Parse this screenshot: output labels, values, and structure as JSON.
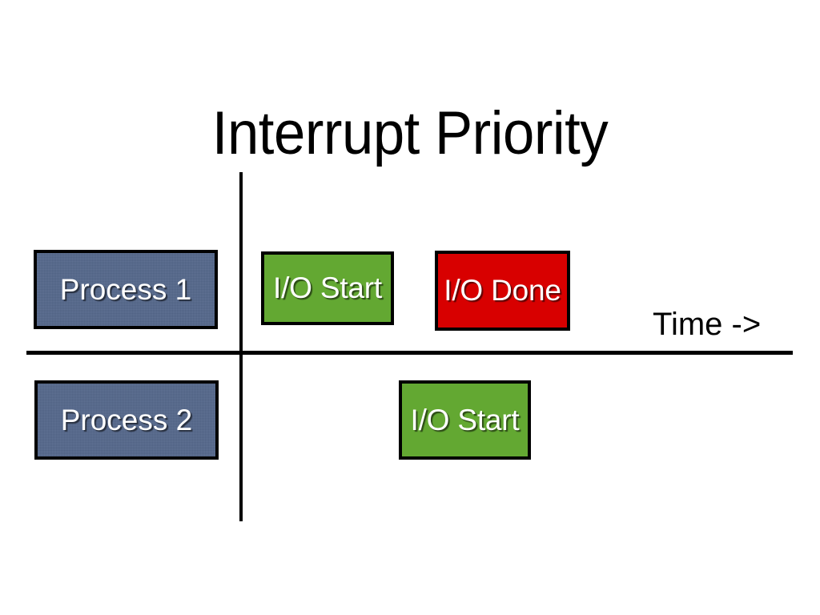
{
  "slide": {
    "title": "Interrupt Priority",
    "background_color": "#ffffff"
  },
  "palette": {
    "process_fill": "#55688c",
    "io_start_fill": "#63a832",
    "io_done_fill": "#d80000",
    "border_color": "#000000",
    "label_color": "#ffffff",
    "axis_color": "#000000",
    "text_color": "#000000"
  },
  "axes": {
    "vertical_line": "interrupt-boundary",
    "horizontal_line": "process-separator",
    "time_label": "Time ->"
  },
  "timeline": {
    "rows": [
      {
        "name": "process-1-row",
        "blocks": [
          {
            "id": "block-process-1",
            "label": "Process 1",
            "kind": "process"
          },
          {
            "id": "block-io-start-1",
            "label": "I/O Start",
            "kind": "io-start"
          },
          {
            "id": "block-io-done-1",
            "label": "I/O Done",
            "kind": "io-done"
          }
        ]
      },
      {
        "name": "process-2-row",
        "blocks": [
          {
            "id": "block-process-2",
            "label": "Process 2",
            "kind": "process"
          },
          {
            "id": "block-io-start-2",
            "label": "I/O Start",
            "kind": "io-start"
          }
        ]
      }
    ]
  }
}
